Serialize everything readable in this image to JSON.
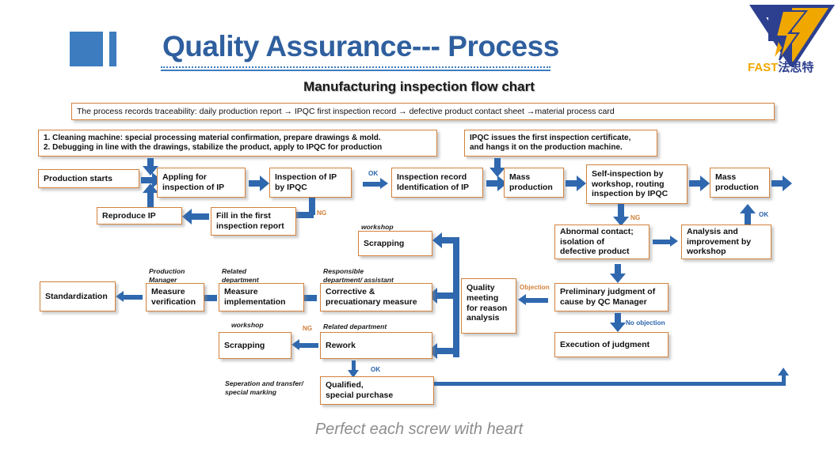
{
  "header": {
    "title": "Quality Assurance--- Process",
    "subtitle": "Manufacturing inspection flow chart",
    "tagline": "Perfect each screw with heart",
    "logo_text": "FAST",
    "logo_cn": "法思特"
  },
  "banner": {
    "text": "The process records traceability: daily production report → IPQC first inspection record → defective product contact sheet →material process card"
  },
  "notes": {
    "setup": "1. Cleaning machine: special processing material confirmation, prepare drawings & mold.\n2. Debugging in line with the drawings, stabilize the product, apply to IPQC for production",
    "ipqc_cert": "IPQC issues the first inspection certificate,\nand hangs it on the production machine."
  },
  "boxes": {
    "production_starts": "Production starts",
    "appling_for_inspection": "Appling for\ninspection of IP",
    "inspection_by_ipqc": "Inspection of IP\nby IPQC",
    "inspection_record": "Inspection record\nIdentification of IP",
    "mass_production_1": "Mass\nproduction",
    "self_inspection": "Self-inspection by\nworkshop, routing\ninspection by IPQC",
    "mass_production_2": "Mass\nproduction",
    "reproduce_ip": "Reproduce IP",
    "fill_first_report": "Fill in the first\ninspection report",
    "scrapping_top": "Scrapping",
    "abnormal_contact": "Abnormal contact;\nisolation of\ndefective product",
    "analysis_improvement": "Analysis and\nimprovement by\nworkshop",
    "standardization": "Standardization",
    "measure_verification": "Measure\nverification",
    "measure_implementation": "Measure\nimplementation",
    "corrective_measure": "Corrective &\nprecuationary measure",
    "quality_meeting": "Quality\nmeeting\nfor reason\nanalysis",
    "preliminary_judgment": "Preliminary judgment of\ncause by QC Manager",
    "execution_of_judgment": "Execution of judgment",
    "scrapping_bottom": "Scrapping",
    "rework": "Rework",
    "qualified": "Qualified,\nspecial purchase"
  },
  "owner_notes": {
    "workshop_top": "workshop",
    "production_manager": "Production\nManager",
    "related_department": "Related\ndepartment",
    "responsible_department": "Responsible\ndepartment/ assistant",
    "workshop_bottom": "workshop",
    "related_department_2": "Related department",
    "separation_transfer": "Seperation and transfer/\nspecial marking"
  },
  "edge_labels": {
    "ok_1": "OK",
    "ng_1": "NG",
    "ng_2": "NG",
    "ok_2": "OK",
    "objection": "Objection",
    "no_objection": "No objection",
    "ng_3": "NG",
    "ok_3": "OK"
  },
  "colors": {
    "accent_blue": "#2f68ae",
    "box_border": "#d2813c",
    "title_blue": "#2f5f9e",
    "logo_yellow": "#f0a800",
    "logo_navy": "#2d3f8f"
  }
}
